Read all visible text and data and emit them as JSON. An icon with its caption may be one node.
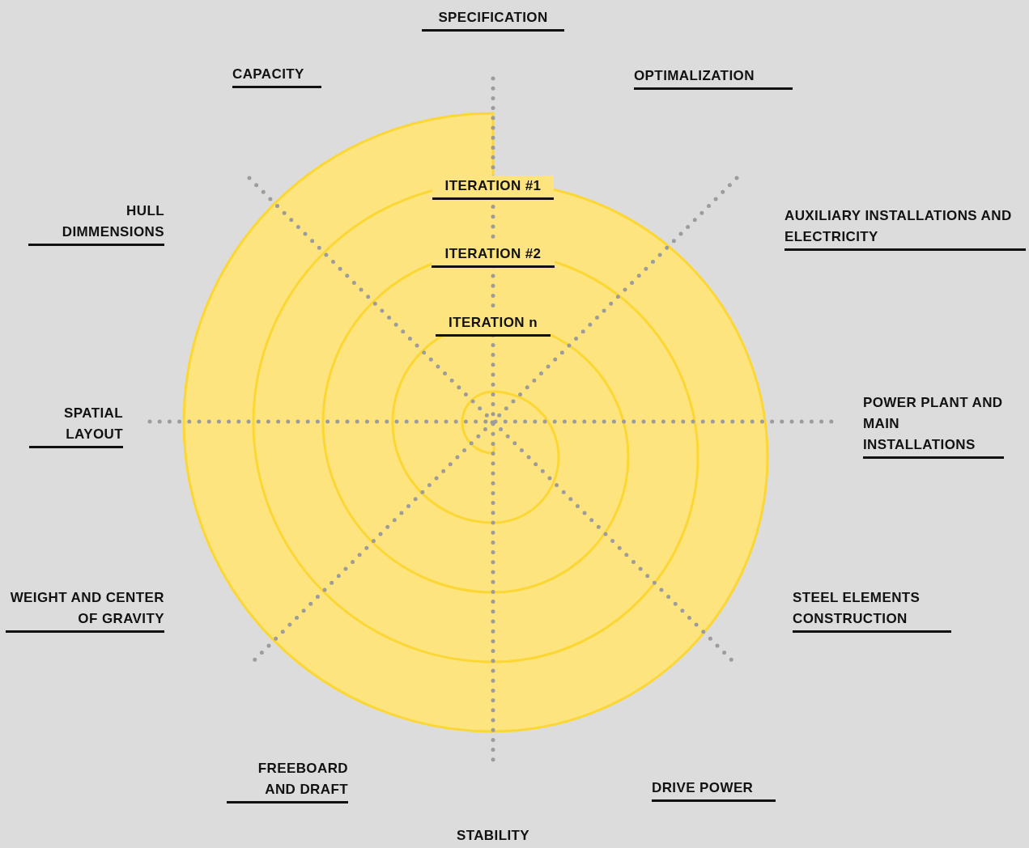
{
  "diagram": {
    "labels": [
      "SPECIFICATION",
      "CAPACITY",
      "OPTIMALIZATION",
      "ITERATION #1",
      "HULL DIMMENSIONS",
      "AUXILIARY INSTALLATIONS AND ELECTRICITY",
      "ITERATION #2",
      "ITERATION n",
      "POWER PLANT AND MAIN INSTALLATIONS",
      "SPATIAL LAYOUT",
      "WEIGHT AND CENTER OF GRAVITY",
      "STEEL ELEMENTS CONSTRUCTION",
      "FREEBOARD AND DRAFT",
      "DRIVE POWER",
      "STABILITY"
    ]
  }
}
